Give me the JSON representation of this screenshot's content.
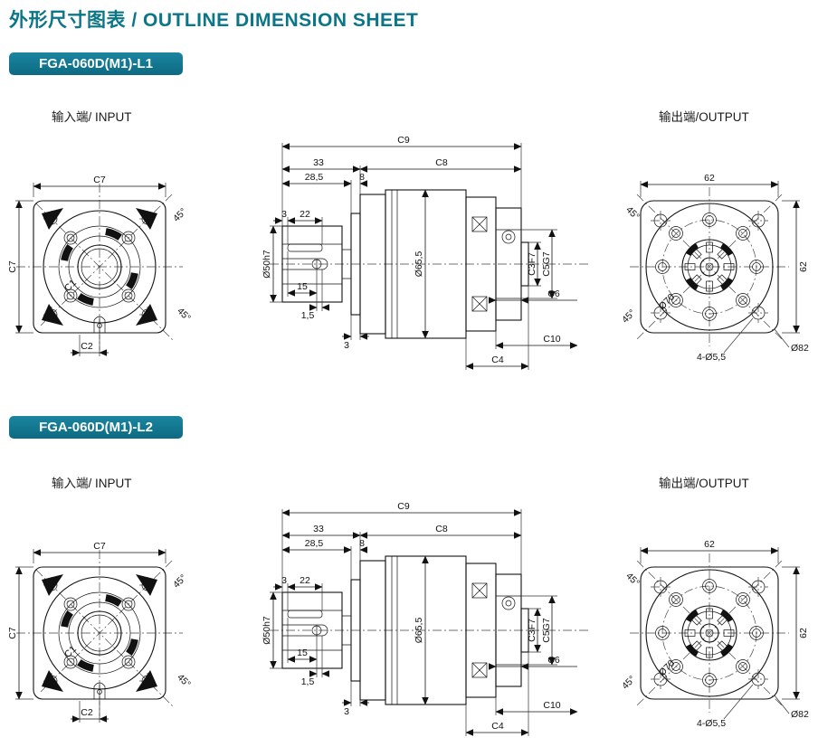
{
  "page": {
    "title": "外形尺寸图表 / OUTLINE DIMENSION SHEET",
    "accent_color": "#0c7689"
  },
  "sections": [
    {
      "badge": "FGA-060D(M1)-L1",
      "input_label": "输入端/ INPUT",
      "output_label": "输出端/OUTPUT"
    },
    {
      "badge": "FGA-060D(M1)-L2",
      "input_label": "输入端/ INPUT",
      "output_label": "输出端/OUTPUT"
    }
  ],
  "dims": {
    "input": {
      "c7_top": "C7",
      "c7_left": "C7",
      "c1": "C1",
      "c2": "C2",
      "angle_tr": "45°",
      "angle_br": "45°"
    },
    "side": {
      "c9": "C9",
      "len33": "33",
      "c8": "C8",
      "len28_5": "28,5",
      "len8": "8",
      "slot3": "3",
      "slot22": "22",
      "len15": "15",
      "len1_5": "1,5",
      "len3": "3",
      "shaft_dia": "Ø50h7",
      "body_dia": "Ø65,5",
      "c3": "C3F7",
      "c5": "C5G7",
      "c6": "C6",
      "c10": "C10",
      "c4": "C4"
    },
    "output": {
      "w62_top": "62",
      "w62_right": "62",
      "angle_tl": "45°",
      "angle_bl": "45°",
      "bc_dia": "Ø70",
      "corner_holes": "4-Ø5,5",
      "od": "Ø82"
    }
  }
}
